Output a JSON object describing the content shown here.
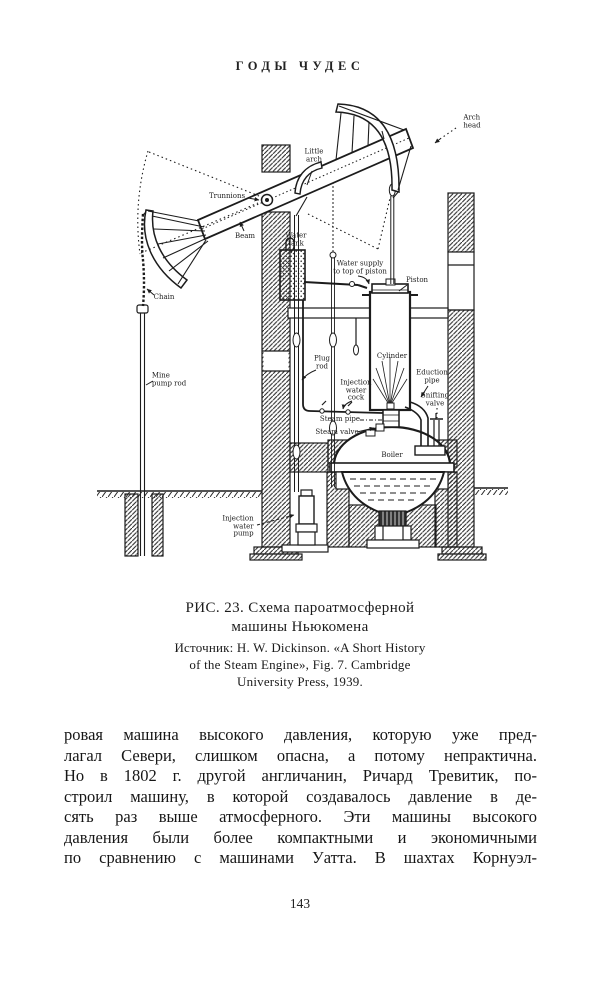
{
  "page": {
    "number": "143",
    "ink_color": "#1c1c1c",
    "background": "#ffffff"
  },
  "header": {
    "title": "ГОДЫ ЧУДЕС"
  },
  "figure": {
    "caption": {
      "line1": "РИС. 23. Схема пароатмосферной",
      "line2": "машины Ньюкомена"
    },
    "source_lines": [
      "Источник: H. W. Dickinson. «A Short History",
      "of the Steam Engine», Fig. 7. Cambridge",
      "University Press, 1939."
    ]
  },
  "diagram": {
    "labels": {
      "arch_head": "Arch\nhead",
      "little_arch": "Little\narch",
      "trunnions": "Trunnions",
      "beam": "Beam",
      "chain": "Chain",
      "water_tank": "Water\ntank",
      "water_supply": "Water supply\nto top of piston",
      "piston": "Piston",
      "mine_pump_rod": "Mine\npump rod",
      "plug_rod": "Plug\nrod",
      "cylinder": "Cylinder",
      "injection_water_cock": "Injection\nwater\ncock",
      "eduction_pipe": "Eduction\npipe",
      "snifting_valve": "Snifting\nvalve",
      "steam_pipe": "Steam pipe",
      "steam_valve": "Steam valve",
      "boiler": "Boiler",
      "injection_water_pump": "Injection\nwater\npump"
    }
  },
  "body": {
    "lines": [
      "ровая машина высокого давления, которую уже пред-",
      "лагал Севери, слишком опасна, а потому непрактична.",
      "Но в 1802 г. другой англичанин, Ричард Тревитик, по-",
      "строил машину, в которой создавалось давление в де-",
      "сять раз выше атмосферного. Эти машины высокого",
      "давления были более компактными и экономичными",
      "по сравнению с машинами Уатта. В шахтах Корнуэл-"
    ]
  }
}
